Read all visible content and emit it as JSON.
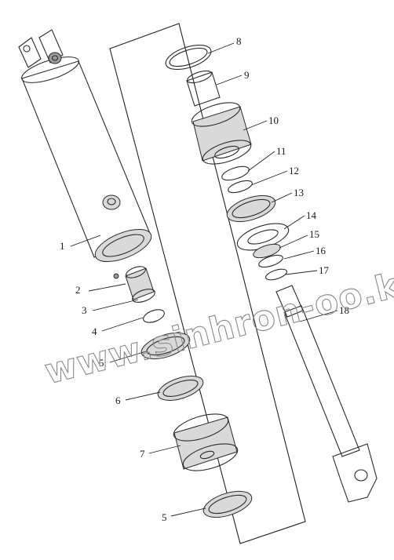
{
  "callouts": [
    {
      "id": "1",
      "label": "1"
    },
    {
      "id": "2",
      "label": "2"
    },
    {
      "id": "3",
      "label": "3"
    },
    {
      "id": "4",
      "label": "4"
    },
    {
      "id": "5a",
      "label": "5"
    },
    {
      "id": "6",
      "label": "6"
    },
    {
      "id": "7",
      "label": "7"
    },
    {
      "id": "5b",
      "label": "5"
    },
    {
      "id": "8",
      "label": "8"
    },
    {
      "id": "9",
      "label": "9"
    },
    {
      "id": "10",
      "label": "10"
    },
    {
      "id": "11",
      "label": "11"
    },
    {
      "id": "12",
      "label": "12"
    },
    {
      "id": "13",
      "label": "13"
    },
    {
      "id": "14",
      "label": "14"
    },
    {
      "id": "15",
      "label": "15"
    },
    {
      "id": "16",
      "label": "16"
    },
    {
      "id": "17",
      "label": "17"
    },
    {
      "id": "18",
      "label": "18"
    }
  ],
  "watermark": "www.sinhron-oo.kz"
}
